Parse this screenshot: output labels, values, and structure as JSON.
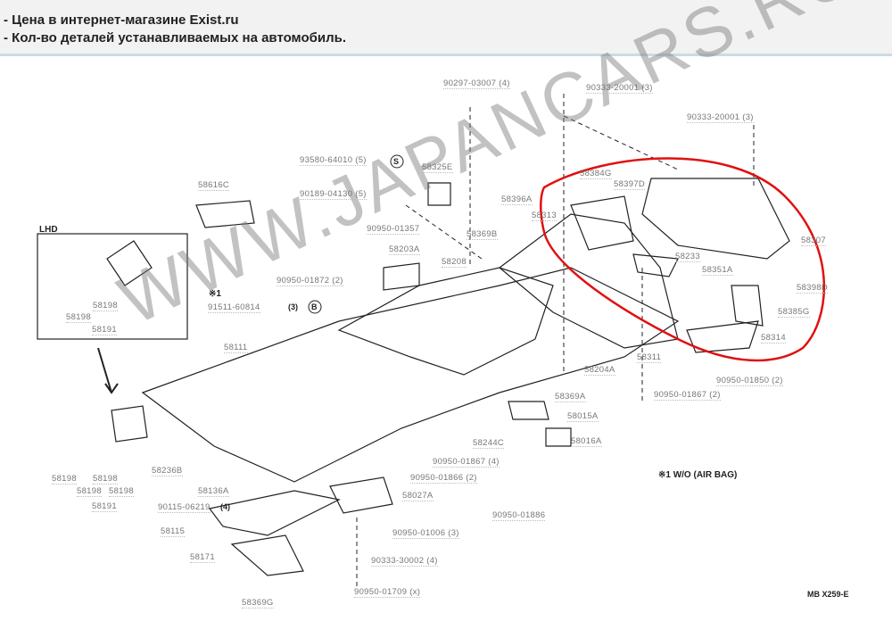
{
  "header": {
    "line1": "- Цена в интернет-магазине Exist.ru",
    "line2": "- Кол-во деталей устанавливаемых на автомобиль."
  },
  "watermark": "WWW.JAPANCARS.RU",
  "lhd_label": "LHD",
  "parts": [
    "90297-03007 (4)",
    "90333-20001 (3)",
    "90333-20001 (3)",
    "93580-64010 (5)",
    "58325E",
    "90189-04130 (5)",
    "58616C",
    "58384G",
    "58397D",
    "58396A",
    "58313",
    "90950-01357",
    "58369B",
    "58203A",
    "58208",
    "58233",
    "58351A",
    "58307",
    "90950-01872 (2)",
    "58398D",
    "91511-60814",
    "58385G",
    "58111",
    "58314",
    "58311",
    "58204A",
    "90950-01850 (2)",
    "58369A",
    "90950-01867 (2)",
    "58015A",
    "58244C",
    "58016A",
    "90950-01867 (4)",
    "58236B",
    "90950-01866 (2)",
    "58136A",
    "58027A",
    "90115-06219",
    "90950-01886",
    "58115",
    "90950-01006 (3)",
    "58171",
    "90333-30002 (4)",
    "90950-01709 (x)",
    "58369G"
  ],
  "lhd_parts": [
    "58198",
    "58198",
    "58191"
  ],
  "lower_left_parts": [
    "58198",
    "58198",
    "58198",
    "58198",
    "58191"
  ],
  "qty_b": "(3)",
  "qty_4": "(4)",
  "mark_s": "S",
  "mark_b": "B",
  "star1": "※1",
  "note": "※1 W/O (AIR BAG)",
  "code": "MB X259-E",
  "highlight_color": "#e01010"
}
